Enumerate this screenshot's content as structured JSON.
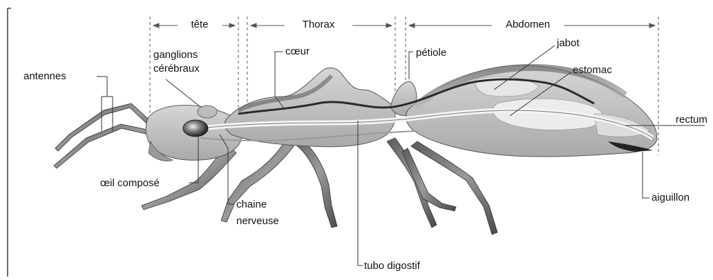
{
  "sections": {
    "head": "tête",
    "thorax": "Thorax",
    "abdomen": "Abdomen"
  },
  "labels": {
    "antennae": "antennes",
    "brain_ganglia_line1": "ganglions",
    "brain_ganglia_line2": "cérébraux",
    "compound_eye": "œil composé",
    "nerve_cord_line1": "chaine",
    "nerve_cord_line2": "nerveuse",
    "heart": "cœur",
    "petiole": "pétiole",
    "crop": "jabot",
    "stomach": "estomac",
    "rectum": "rectum",
    "sting": "aiguillon",
    "digestive_tube": "tubo digostif"
  }
}
